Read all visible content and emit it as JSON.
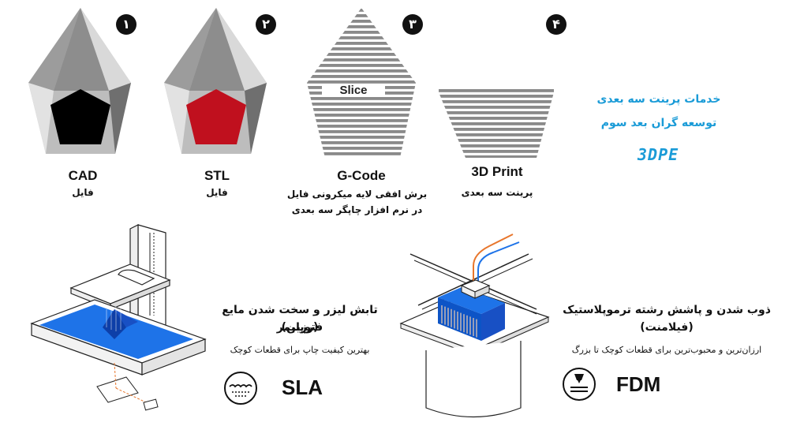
{
  "steps": [
    {
      "number": "١",
      "title": "CAD",
      "subtitle": "فایل"
    },
    {
      "number": "٢",
      "title": "STL",
      "subtitle": "فایل"
    },
    {
      "number": "٣",
      "title": "G-Code",
      "subtitle_line1": "برش افقی لایه میکرونی فایل",
      "subtitle_line2": "در نرم افزار چاپگر سه بعدی",
      "inner_label": "Slice"
    },
    {
      "number": "۴",
      "title": "3D Print",
      "subtitle": "پرینت سه بعدی"
    }
  ],
  "brand": {
    "line1": "خدمات پرینت سه بعدی",
    "line2": "توسعه گران بعد سوم",
    "logo": "3DPE"
  },
  "sla": {
    "title_line1": "تابش لیزر و سخت شدن مایع فتوپلیمر",
    "title_line2": "(رزین)",
    "subtitle": "بهترین کیفیت چاپ برای قطعات کوچک",
    "label": "SLA"
  },
  "fdm": {
    "title_line1": "ذوب شدن و پاشش رشته ترموپلاستیک",
    "title_line2": "(فیلامنت)",
    "subtitle": "ارزان‌ترین و محبوب‌ترین برای قطعات کوچک تا بزرگ",
    "label": "FDM"
  },
  "colors": {
    "stl_red": "#c0101e",
    "cad_black": "#000000",
    "brand_blue": "#1a9bd7",
    "resin_blue": "#1e73e8",
    "filament_orange": "#e8762c"
  }
}
